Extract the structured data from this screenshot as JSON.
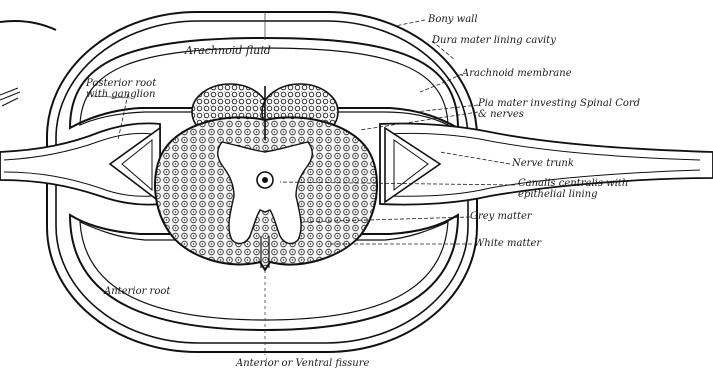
{
  "diagram": {
    "labels": {
      "bony_wall": "Bony wall",
      "dura_mater": "Dura mater lining cavity",
      "arachnoid_fluid": "Arachnoid fluid",
      "arachnoid_membrane": "Arachnoid membrane",
      "posterior_root": "Posterior root\nwith ganglion",
      "pia_mater": "Pia mater investing Spinal Cord\n& nerves",
      "nerve_trunk": "Nerve trunk",
      "canalis_centralis": "Canalis centralis with\nepithelial lining",
      "grey_matter": "Grey matter",
      "white_matter": "White matter",
      "anterior_root": "Anterior root",
      "anterior_fissure": "Anterior or Ventral fissure"
    }
  }
}
